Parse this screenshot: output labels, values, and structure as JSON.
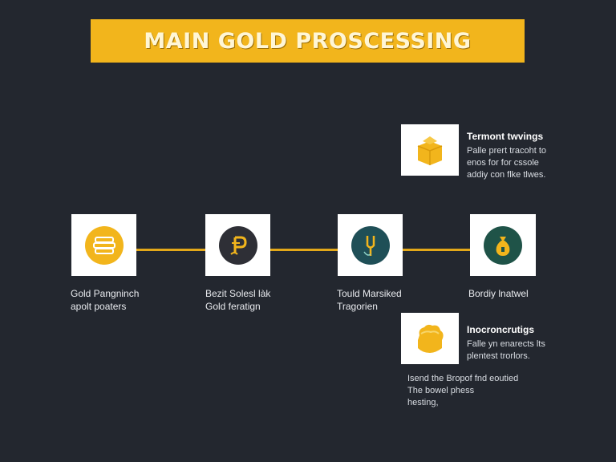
{
  "title": "MAIN GOLD PROSCESSING",
  "colors": {
    "background": "#23272f",
    "accent": "#f2b51c",
    "card": "#ffffff",
    "connector": "#e3a819"
  },
  "steps": [
    {
      "icon": "gold-bars-icon",
      "line1": "Gold Pangninch",
      "line2": "apolt poaters"
    },
    {
      "icon": "p-emblem-icon",
      "line1": "Bezit Solesl làk",
      "line2": "Gold feratign"
    },
    {
      "icon": "tuning-fork-icon",
      "line1": "Tould Marsiked",
      "line2": "Tragorien"
    },
    {
      "icon": "money-bag-icon",
      "line1": "Bordiy lnatwel",
      "line2": ""
    }
  ],
  "callouts": {
    "top": {
      "icon": "gold-stack-icon",
      "title": "Termont twvings",
      "desc": [
        "Palle prert tracoht to",
        "enos for for cssole",
        "addiy con flke tlwes."
      ]
    },
    "bottom": {
      "icon": "gold-nugget-icon",
      "title": "Inocroncrutigs",
      "desc": [
        "Falle yn enarects lts",
        "plentest trorlors."
      ],
      "extra": [
        "Isend the Bropof fnd eoutied",
        "The bowel phess",
        "hesting,"
      ]
    }
  }
}
